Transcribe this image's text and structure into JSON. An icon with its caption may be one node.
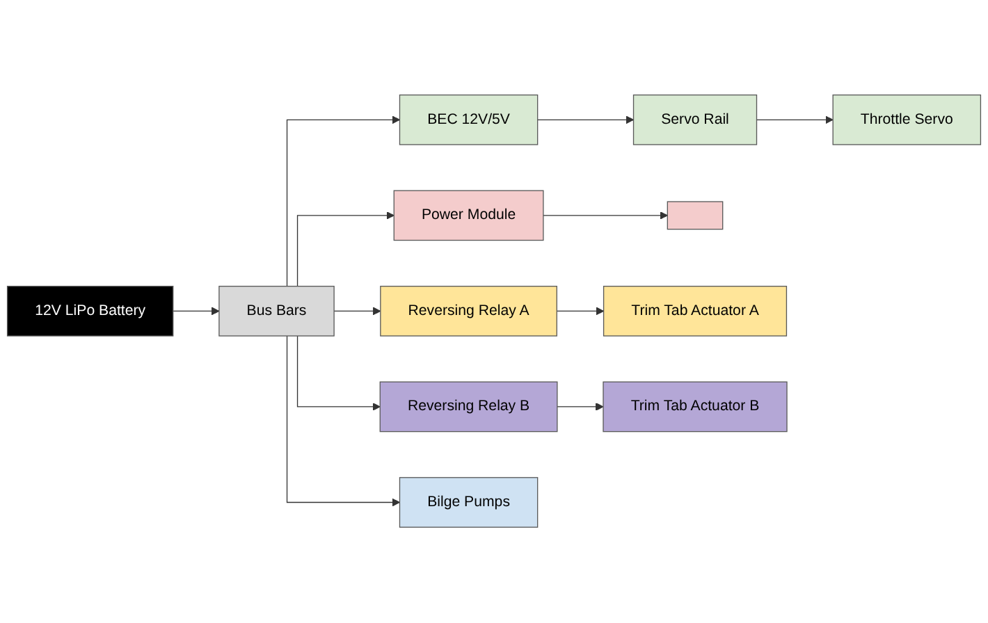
{
  "diagram": {
    "nodes": [
      {
        "text": [
          "12V LiPo Battery"
        ]
      },
      {
        "text": [
          "Bus Bars"
        ]
      },
      {
        "text": [
          "BEC 12V/5V"
        ]
      },
      {
        "text": [
          "Servo Rail"
        ]
      },
      {
        "text": [
          "Throttle Servo"
        ]
      },
      {
        "text": [
          "Power Module"
        ]
      },
      {
        "text": [],
        "shape": "box"
      },
      {
        "text": [
          "Reversing Relay A"
        ]
      },
      {
        "text": [
          "Trim Tab Actuator A"
        ]
      },
      {
        "text": [
          "Reversing Relay B"
        ]
      },
      {
        "text": [
          "Trim Tab Actuator B"
        ]
      },
      {
        "text": [
          "Bilge Pumps"
        ]
      }
    ],
    "edges": [
      {
        "from": 0,
        "to": 1,
        "arrow": "to"
      },
      {
        "from": 1,
        "to": 2,
        "arrow": "to"
      },
      {
        "from": 2,
        "to": 3,
        "arrow": "to"
      },
      {
        "from": 3,
        "to": 4,
        "arrow": "to"
      },
      {
        "from": 1,
        "to": 5,
        "arrow": "to"
      },
      {
        "from": 5,
        "to": 6,
        "arrow": "to"
      },
      {
        "from": 1,
        "to": 7,
        "arrow": "to"
      },
      {
        "from": 7,
        "to": 8,
        "arrow": "to"
      },
      {
        "from": 1,
        "to": 9,
        "arrow": "to"
      },
      {
        "from": 9,
        "to": 10,
        "arrow": "to"
      },
      {
        "from": 1,
        "to": 11,
        "arrow": "to"
      }
    ]
  }
}
